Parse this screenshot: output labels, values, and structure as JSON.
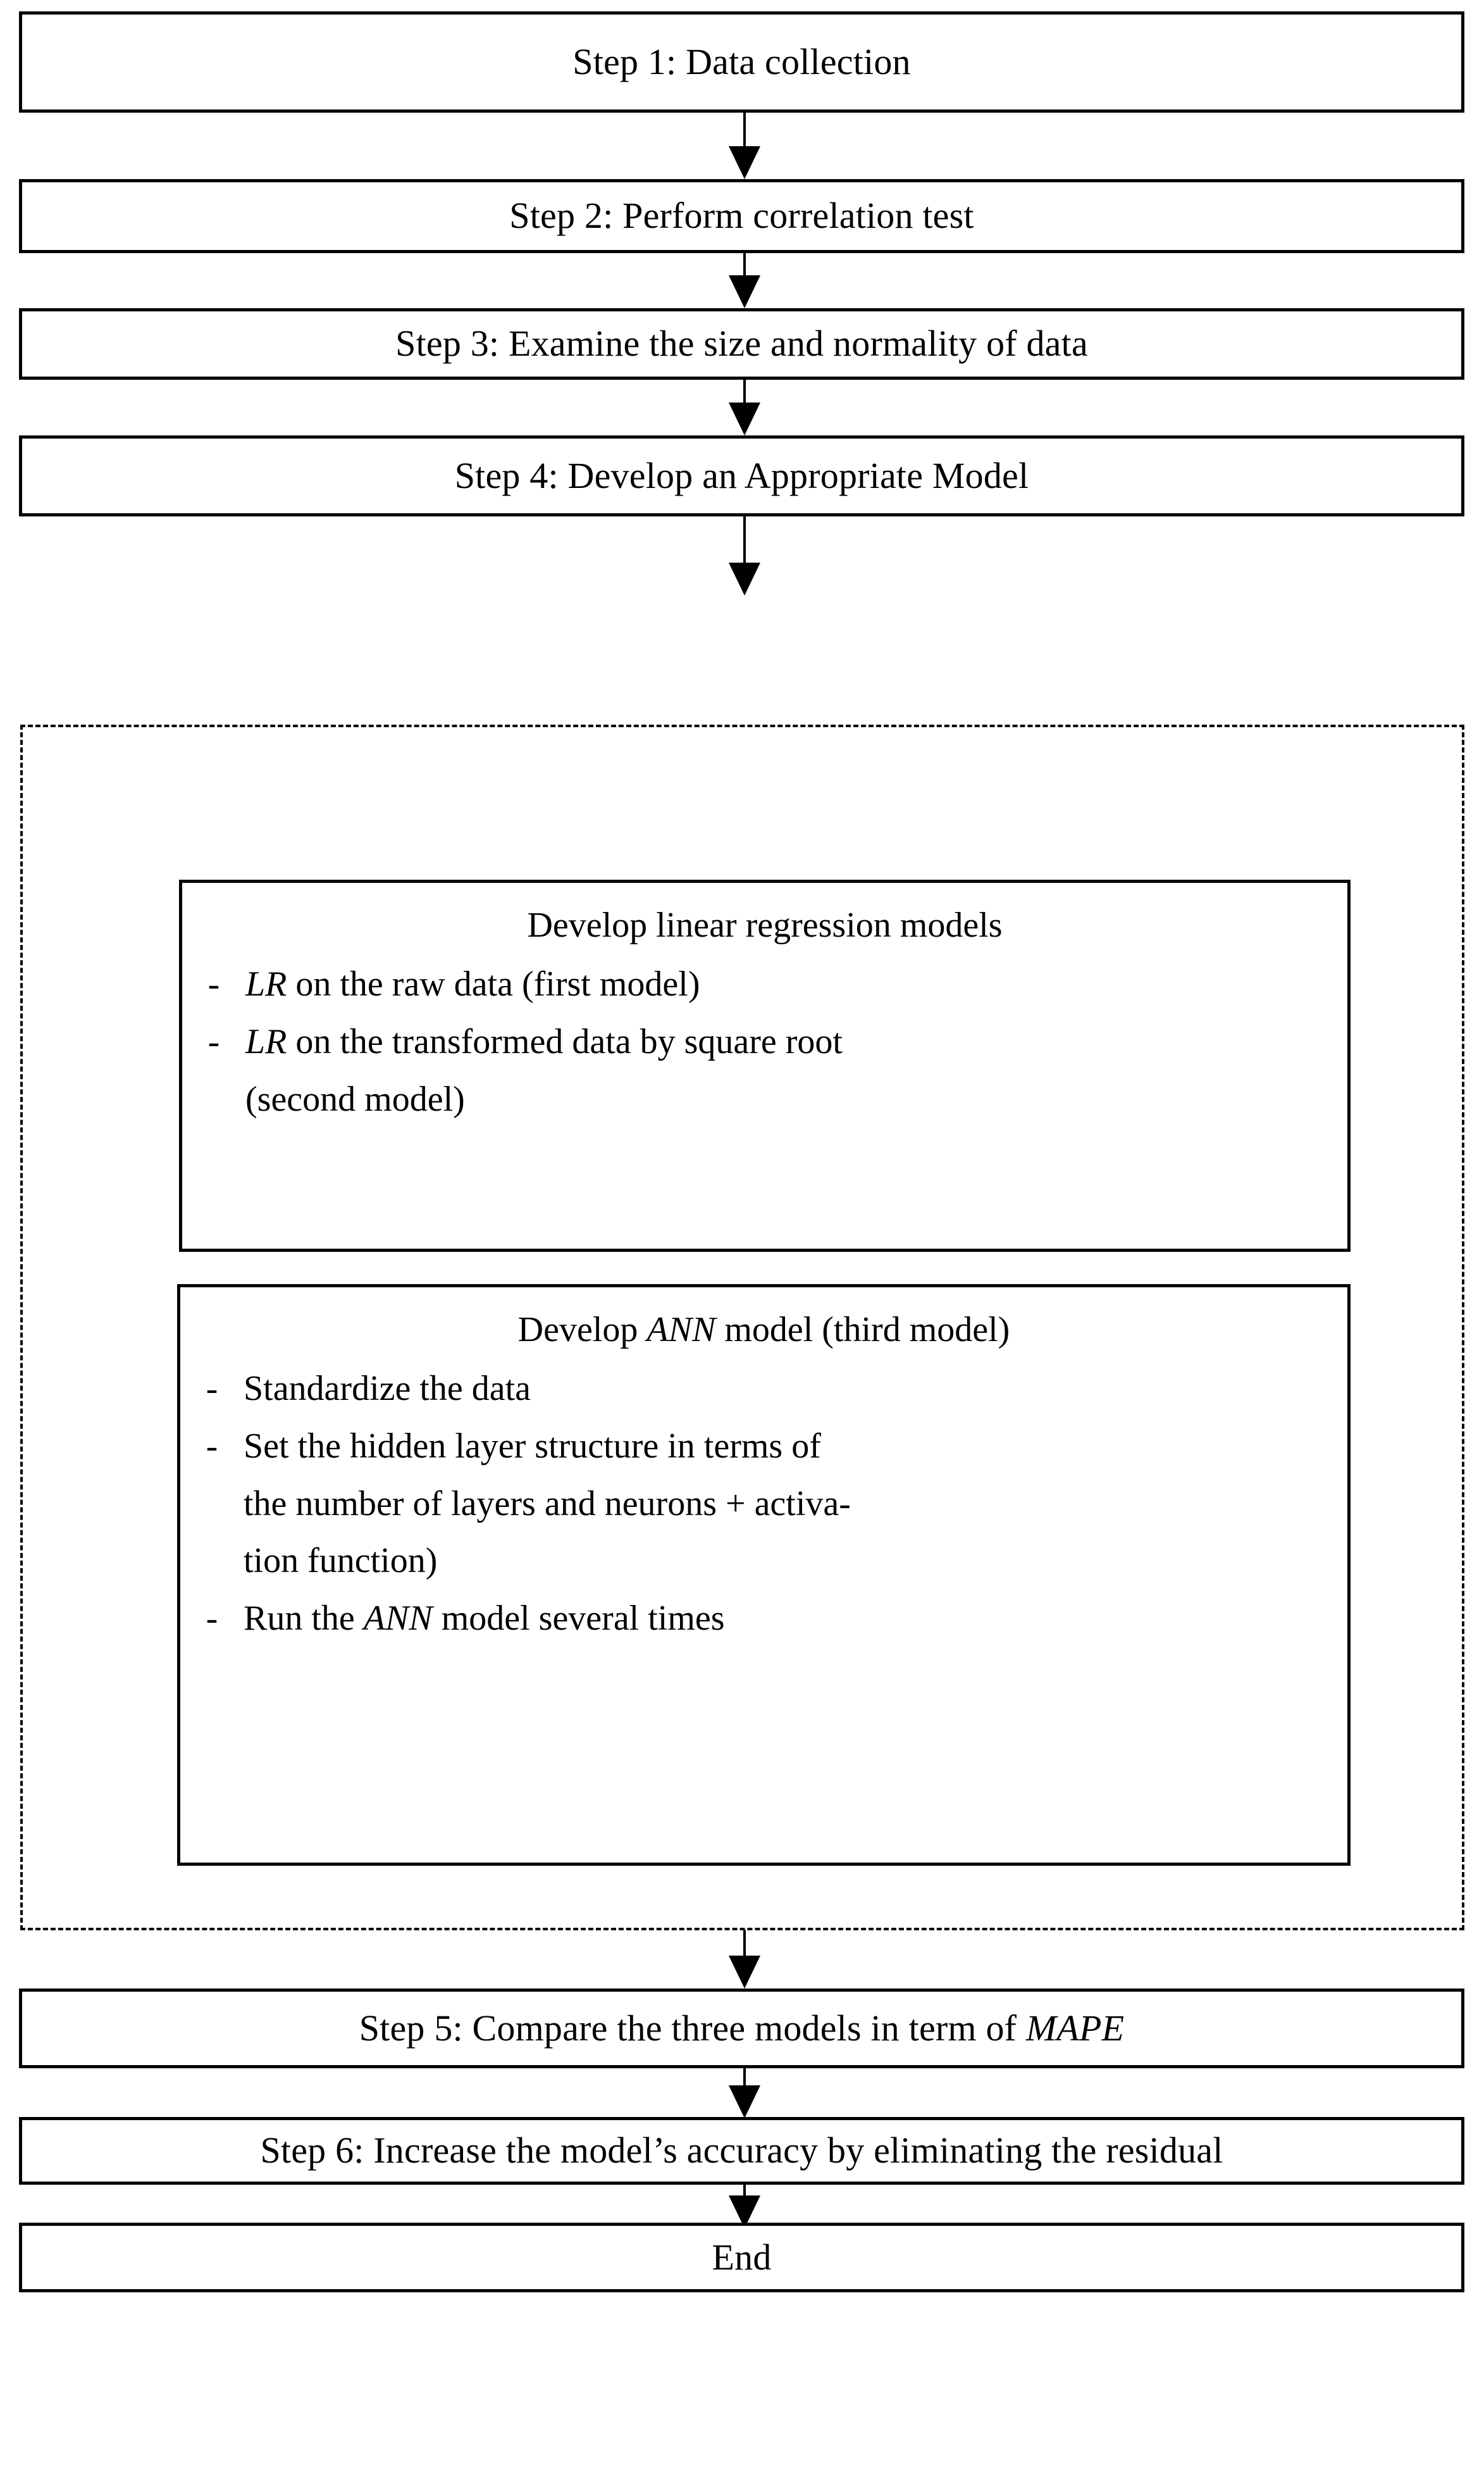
{
  "diagram": {
    "type": "flowchart",
    "orientation": "vertical",
    "title": "Modelling methodology flowchart",
    "colors": {
      "background": "#ffffff",
      "stroke": "#000000",
      "text": "#000000"
    }
  },
  "steps": {
    "step1": "Step 1: Data collection",
    "step2": "Step 2: Perform correlation test",
    "step3": "Step 3: Examine the size and normality of data",
    "step4": "Step 4: Develop an Appropriate Model",
    "step5_pre": "Step 5: Compare the three models in term of ",
    "step5_em": "MAPE",
    "step5_post": "",
    "step6": "Step 6: Increase the model’s accuracy by eliminating the residual",
    "end": "End"
  },
  "model_group": {
    "border_style": "dash-dot",
    "linear_box": {
      "title": "Develop linear regression models",
      "bullets": [
        {
          "marker": "-",
          "em": "LR",
          "rest": " on the raw data (first model)"
        },
        {
          "marker": "-",
          "em": "LR",
          "rest": " on the transformed data by square root"
        },
        {
          "marker": "",
          "em": "",
          "rest": "(second model)"
        }
      ]
    },
    "ann_box": {
      "title_pre": "Develop ",
      "title_em": "ANN",
      "title_post": " model (third model)",
      "bullets": [
        {
          "marker": "-",
          "em": "",
          "rest": "Standardize the data"
        },
        {
          "marker": "-",
          "em": "",
          "rest": "Set the hidden layer structure in terms of"
        },
        {
          "marker": "",
          "em": "",
          "rest": "the number of layers and neurons + activa-"
        },
        {
          "marker": "",
          "em": "",
          "rest": "tion function)"
        },
        {
          "marker": "-",
          "em": "ANN",
          "rest_pre": "Run the ",
          "rest": " model several times"
        }
      ]
    }
  }
}
